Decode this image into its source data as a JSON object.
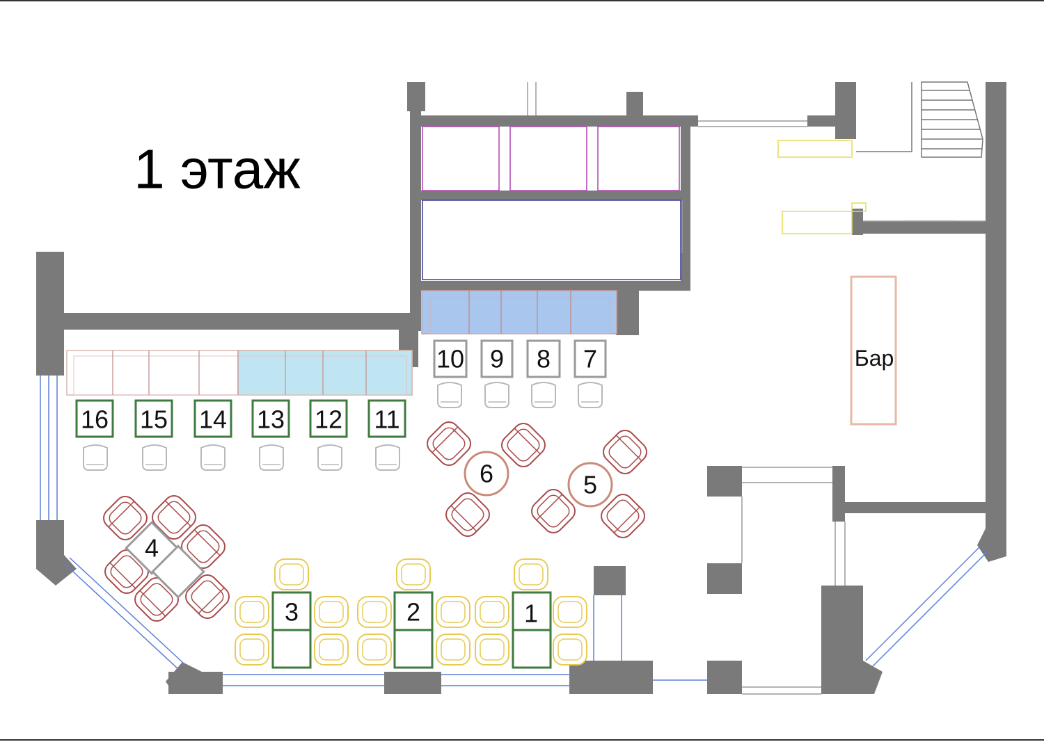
{
  "title": "1 этаж",
  "bar_label": "Бар",
  "tables": {
    "t1": "1",
    "t2": "2",
    "t3": "3",
    "t4": "4",
    "t5": "5",
    "t6": "6",
    "t7": "7",
    "t8": "8",
    "t9": "9",
    "t10": "10",
    "t11": "11",
    "t12": "12",
    "t13": "13",
    "t14": "14",
    "t15": "15",
    "t16": "16"
  },
  "colors": {
    "wall": "#7a7a7a",
    "window": "#5b7fd6",
    "bar_outline": "#e7b9a6",
    "table_green": "#3f7a3f",
    "chair_red": "#a94b4b",
    "chair_yellow": "#e6cc55",
    "sofa_blue": "#a9c6ee",
    "sofa_lightblue": "#bfe4f2",
    "partition_purple": "#b044b0"
  }
}
